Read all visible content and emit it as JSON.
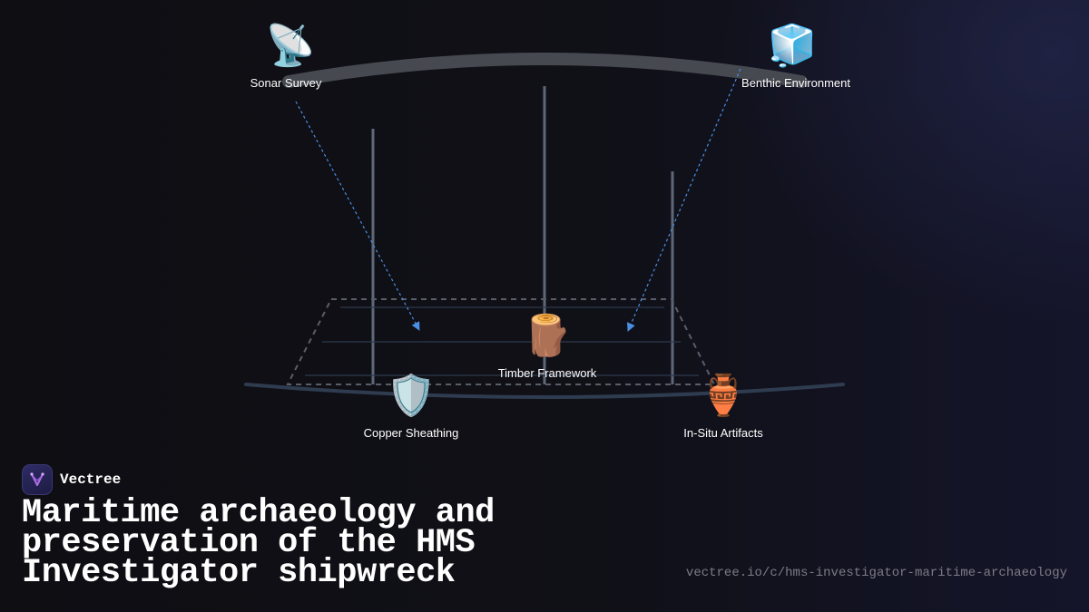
{
  "nodes": {
    "sonar_survey": {
      "label": "Sonar Survey",
      "icon": "satellite-dish-icon",
      "emoji": "📡"
    },
    "benthic_environment": {
      "label": "Benthic Environment",
      "icon": "ice-cube-icon",
      "emoji": "🧊"
    },
    "timber_framework": {
      "label": "Timber Framework",
      "icon": "wood-log-icon",
      "emoji": "🪵"
    },
    "copper_sheathing": {
      "label": "Copper Sheathing",
      "icon": "shield-icon",
      "emoji": "🛡️"
    },
    "in_situ_artifacts": {
      "label": "In-Situ Artifacts",
      "icon": "amphora-icon",
      "emoji": "🏺"
    }
  },
  "brand": {
    "name": "Vectree",
    "logo_icon": "vectree-logo-icon"
  },
  "title": "Maritime archaeology and preservation of the HMS Investigator shipwreck",
  "url": "vectree.io/c/hms-investigator-maritime-archaeology",
  "colors": {
    "background": "#0f0f14",
    "arrow": "#4a8fe0",
    "mast": "#6b7585",
    "deck_arc": "#4a4d55",
    "hull": "#2e3b4e",
    "brand_accent": "#b06ee8"
  }
}
